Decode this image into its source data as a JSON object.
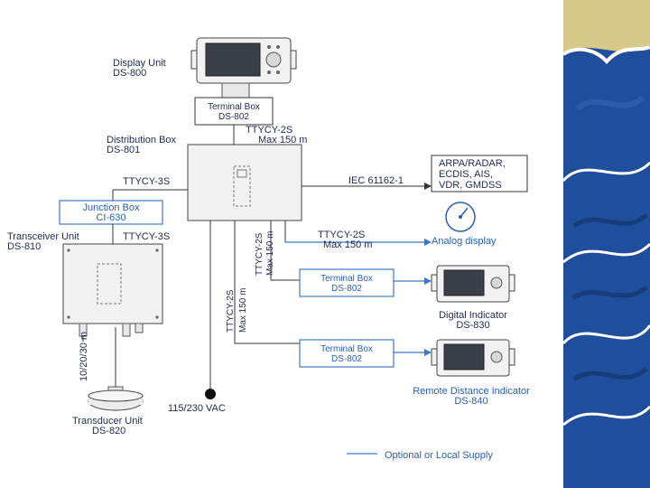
{
  "units": {
    "display": {
      "name": "Display Unit",
      "model": "DS-800"
    },
    "terminal_top": {
      "name": "Terminal Box",
      "model": "DS-802"
    },
    "distribution": {
      "name": "Distribution Box",
      "model": "DS-801"
    },
    "junction": {
      "name": "Junction Box",
      "model": "CI-630"
    },
    "transceiver": {
      "name": "Transceiver Unit",
      "model": "DS-810"
    },
    "transducer": {
      "name": "Transducer Unit",
      "model": "DS-820"
    },
    "terminal_mid": {
      "name": "Terminal Box",
      "model": "DS-802"
    },
    "terminal_low": {
      "name": "Terminal Box",
      "model": "DS-802"
    },
    "digital": {
      "name": "Digital Indicator",
      "model": "DS-830"
    },
    "remote": {
      "name": "Remote Distance Indicator",
      "model": "DS-840"
    },
    "analog": {
      "name": "Analog display"
    }
  },
  "external": {
    "lines": [
      "ARPA/RADAR,",
      "ECDIS, AIS,",
      "VDR, GMDSS"
    ],
    "iec": "IEC 61162-1"
  },
  "cables": {
    "top_type": "TTYCY-2S",
    "top_len": "Max  150 m",
    "left_type": "TTYCY-3S",
    "junction_type": "TTYCY-3S",
    "analog_type": "TTYCY-2S",
    "analog_len": "Max  150 m",
    "vert1_type": "TTYCY-2S",
    "vert1_len": "Max 150 m",
    "vert2_type": "TTYCY-2S",
    "vert2_len": "Max 150 m",
    "transducer_len": "10/20/30 m",
    "power": "115/230 VAC"
  },
  "legend": {
    "label": "Optional or Local Supply"
  },
  "colors": {
    "accent": "#2a5fae",
    "wave_bg": "#d8c98a",
    "wave_blue": "#1f4f9c"
  }
}
